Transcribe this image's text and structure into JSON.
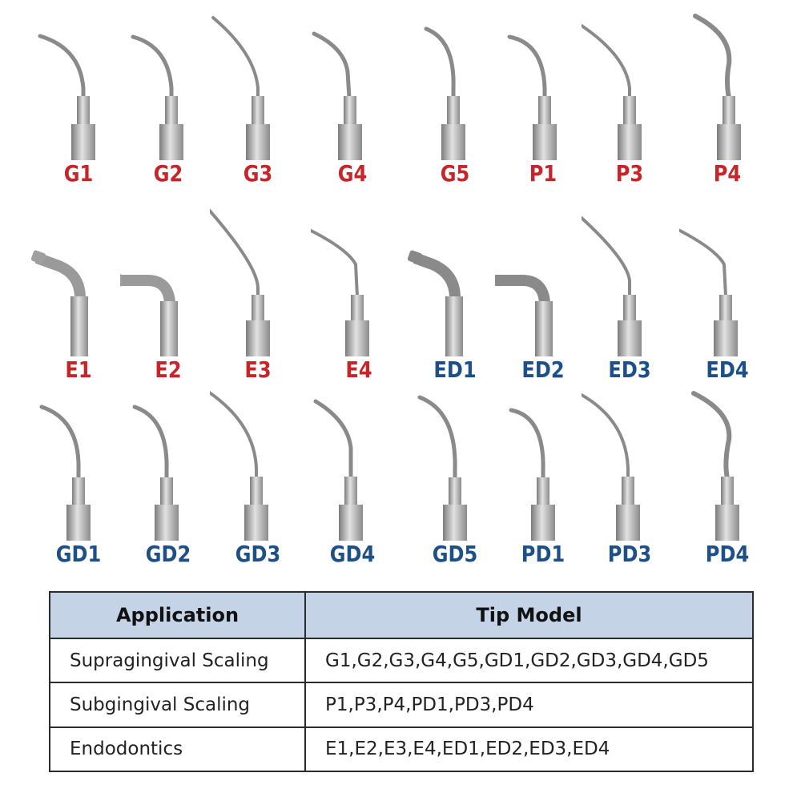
{
  "tips": {
    "row1": [
      {
        "label": "G1",
        "color": "#c8252b",
        "icon": "scaler-tip-gentle-curve"
      },
      {
        "label": "G2",
        "color": "#c8252b",
        "icon": "scaler-tip-gentle-curve"
      },
      {
        "label": "G3",
        "color": "#c8252b",
        "icon": "scaler-tip-long-straight"
      },
      {
        "label": "G4",
        "color": "#c8252b",
        "icon": "scaler-tip-hook"
      },
      {
        "label": "G5",
        "color": "#c8252b",
        "icon": "scaler-tip-gentle-curve"
      },
      {
        "label": "P1",
        "color": "#c8252b",
        "icon": "scaler-tip-gentle-curve"
      },
      {
        "label": "P3",
        "color": "#c8252b",
        "icon": "scaler-tip-long-straight"
      },
      {
        "label": "P4",
        "color": "#c8252b",
        "icon": "scaler-tip-s-curve"
      }
    ],
    "row2": [
      {
        "label": "E1",
        "color": "#c8252b",
        "icon": "endo-wrench-tip"
      },
      {
        "label": "E2",
        "color": "#c8252b",
        "icon": "endo-wrench-tip"
      },
      {
        "label": "E3",
        "color": "#c8252b",
        "icon": "scaler-tip-long-straight"
      },
      {
        "label": "E4",
        "color": "#c8252b",
        "icon": "scaler-tip-long-straight"
      },
      {
        "label": "ED1",
        "color": "#1d4f88",
        "icon": "endo-wrench-tip"
      },
      {
        "label": "ED2",
        "color": "#1d4f88",
        "icon": "endo-wrench-tip"
      },
      {
        "label": "ED3",
        "color": "#1d4f88",
        "icon": "scaler-tip-long-straight"
      },
      {
        "label": "ED4",
        "color": "#1d4f88",
        "icon": "scaler-tip-long-straight"
      }
    ],
    "row3": [
      {
        "label": "GD1",
        "color": "#1d4f88",
        "icon": "scaler-tip-gentle-curve"
      },
      {
        "label": "GD2",
        "color": "#1d4f88",
        "icon": "scaler-tip-gentle-curve"
      },
      {
        "label": "GD3",
        "color": "#1d4f88",
        "icon": "scaler-tip-long-straight"
      },
      {
        "label": "GD4",
        "color": "#1d4f88",
        "icon": "scaler-tip-hook"
      },
      {
        "label": "GD5",
        "color": "#1d4f88",
        "icon": "scaler-tip-gentle-curve"
      },
      {
        "label": "PD1",
        "color": "#1d4f88",
        "icon": "scaler-tip-gentle-curve"
      },
      {
        "label": "PD3",
        "color": "#1d4f88",
        "icon": "scaler-tip-long-straight"
      },
      {
        "label": "PD4",
        "color": "#1d4f88",
        "icon": "scaler-tip-s-curve"
      }
    ]
  },
  "table": {
    "header": {
      "application": "Application",
      "tip_model": "Tip Model"
    },
    "rows": [
      {
        "application": "Supragingival Scaling",
        "tip_model": "G1,G2,G3,G4,G5,GD1,GD2,GD3,GD4,GD5"
      },
      {
        "application": "Subgingival Scaling",
        "tip_model": "P1,P3,P4,PD1,PD3,PD4"
      },
      {
        "application": "Endodontics",
        "tip_model": "E1,E2,E3,E4,ED1,ED2,ED3,ED4"
      }
    ],
    "header_bg": "#c5d3e6"
  }
}
